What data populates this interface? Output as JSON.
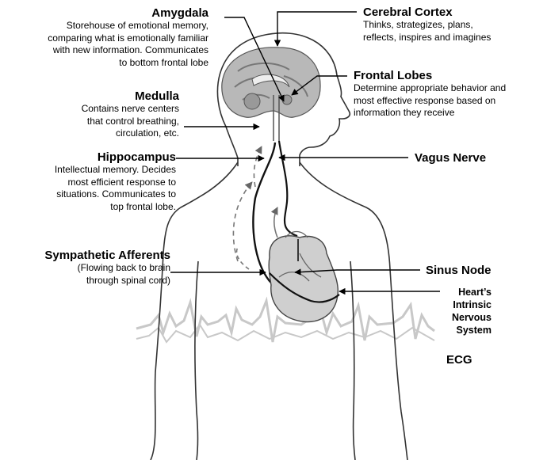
{
  "labels": {
    "amygdala": {
      "title": "Amygdala",
      "lines": [
        "Storehouse of emotional memory,",
        "comparing what is emotionally familiar",
        "with new information. Communicates",
        "to bottom frontal lobe"
      ]
    },
    "medulla": {
      "title": "Medulla",
      "lines": [
        "Contains nerve centers",
        "that control breathing,",
        "circulation, etc."
      ]
    },
    "hippocampus": {
      "title": "Hippocampus",
      "lines": [
        "Intellectual memory. Decides",
        "most efficient response to",
        "situations. Communicates to",
        "top frontal lobe."
      ]
    },
    "sympathetic": {
      "title": "Sympathetic Afferents",
      "lines": [
        "(Flowing back to brain",
        "through spinal cord)"
      ]
    },
    "cerebral_cortex": {
      "title": "Cerebral Cortex",
      "lines": [
        "Thinks, strategizes, plans,",
        "reflects, inspires and imagines"
      ]
    },
    "frontal_lobes": {
      "title": "Frontal Lobes",
      "lines": [
        "Determine appropriate behavior and",
        "most effective response based on",
        "information they receive"
      ]
    },
    "vagus": {
      "title": "Vagus Nerve"
    },
    "sinus": {
      "title": "Sinus Node"
    },
    "intrinsic": {
      "lines": [
        "Heart’s",
        "Intrinsic",
        "Nervous",
        "System"
      ]
    },
    "ecg": {
      "title": "ECG"
    }
  },
  "colors": {
    "outline": "#333333",
    "brain_fill": "#b8b8b8",
    "brain_dark": "#777777",
    "heart_fill": "#cfcfcf",
    "ecg_wave": "#c8c8c8",
    "pointer": "#000000"
  }
}
